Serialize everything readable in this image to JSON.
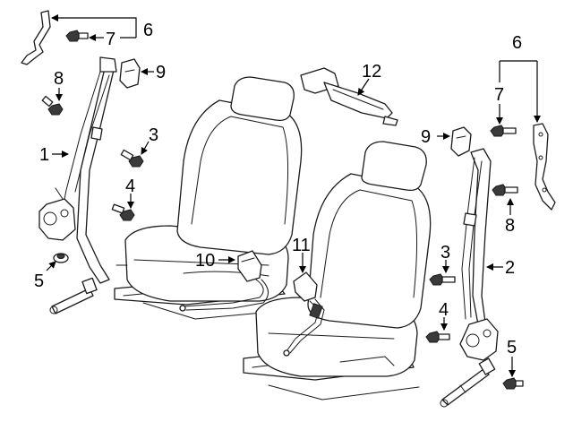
{
  "diagram": {
    "callouts": {
      "c1": "1",
      "c2": "2",
      "c3_left": "3",
      "c3_right": "3",
      "c4_left": "4",
      "c4_right": "4",
      "c5_left": "5",
      "c5_right": "5",
      "c6_left": "6",
      "c6_right": "6",
      "c7_left": "7",
      "c7_right": "7",
      "c8_left": "8",
      "c8_right": "8",
      "c9_left": "9",
      "c9_right": "9",
      "c10": "10",
      "c11": "11",
      "c12": "12"
    },
    "colors": {
      "line": "#1a1a1a",
      "background": "#ffffff"
    }
  }
}
